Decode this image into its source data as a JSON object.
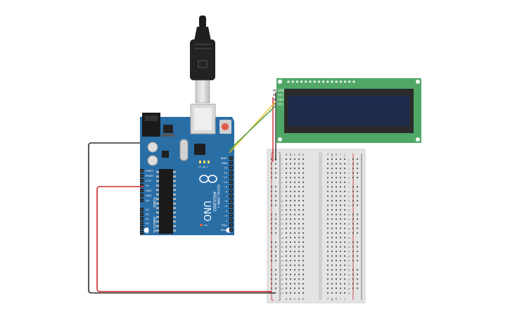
{
  "arduino": {
    "brand": "ARDUINO",
    "model": "UNO",
    "header_power_labels": [
      "IOREF",
      "RESET",
      "3.3V",
      "5V",
      "GND",
      "GND",
      "Vin"
    ],
    "header_analog_labels": [
      "A0",
      "A1",
      "A2",
      "A3",
      "A4",
      "A5"
    ],
    "header_digital_labels": [
      "AREF",
      "GND",
      "13",
      "12",
      "~11",
      "~10",
      "~9",
      "8",
      "7",
      "~6",
      "~5",
      "4",
      "~3",
      "2",
      "TX▸1",
      "RX◂0"
    ],
    "digital_caption": "DIGITAL (PWM~)",
    "power_caption": "POWER",
    "analog_caption": "ANALOG IN",
    "led_labels": [
      "TX",
      "RX",
      "L"
    ],
    "on_label": "ON",
    "board_color": "#2a6ea6",
    "led_color": "#e05a4a"
  },
  "lcd": {
    "pin_labels": [
      "GND",
      "VCC",
      "SDA",
      "SCL"
    ],
    "pcb_color": "#4fa866",
    "screen_color": "#1e2c4e"
  },
  "breadboard": {
    "column_letters_left": [
      "a",
      "b",
      "c",
      "d",
      "e"
    ],
    "column_letters_right": [
      "f",
      "g",
      "h",
      "i",
      "j"
    ],
    "row_count": 30,
    "rail_plus": "+",
    "rail_minus": "−"
  },
  "wires": {
    "gnd_color": "#2d2d2d",
    "power_color": "#d0282e",
    "sda_color": "#e8c31f",
    "scl_color": "#3f9c3c"
  }
}
